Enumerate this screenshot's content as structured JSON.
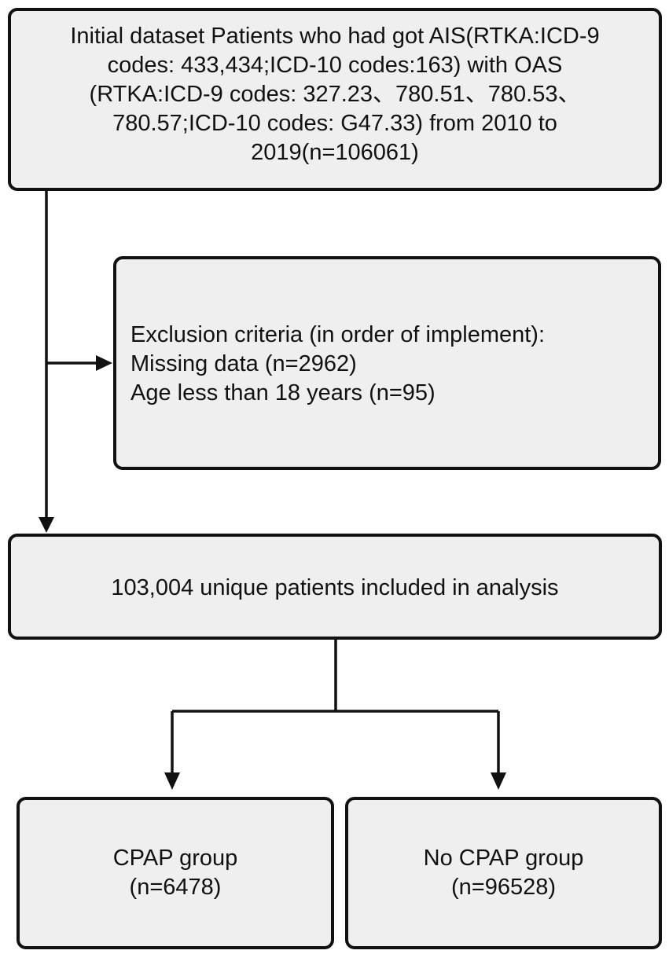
{
  "initial_box": {
    "lines": [
      "Initial dataset Patients who had got AIS(RTKA:ICD-9",
      "codes: 433,434;ICD-10 codes:163) with OAS",
      "(RTKA:ICD-9 codes: 327.23、780.51、780.53、",
      "780.57;ICD-10  codes: G47.33) from 2010 to",
      "2019(n=106061)"
    ]
  },
  "exclusion_box": {
    "lines": [
      "Exclusion criteria (in order of implement):",
      "Missing data (n=2962)",
      "Age less than 18 years (n=95)"
    ]
  },
  "included_box": {
    "text": "103,004 unique patients included in analysis"
  },
  "cpap_box": {
    "lines": [
      "CPAP group",
      "(n=6478)"
    ]
  },
  "no_cpap_box": {
    "lines": [
      "No CPAP group",
      "(n=96528)"
    ]
  }
}
